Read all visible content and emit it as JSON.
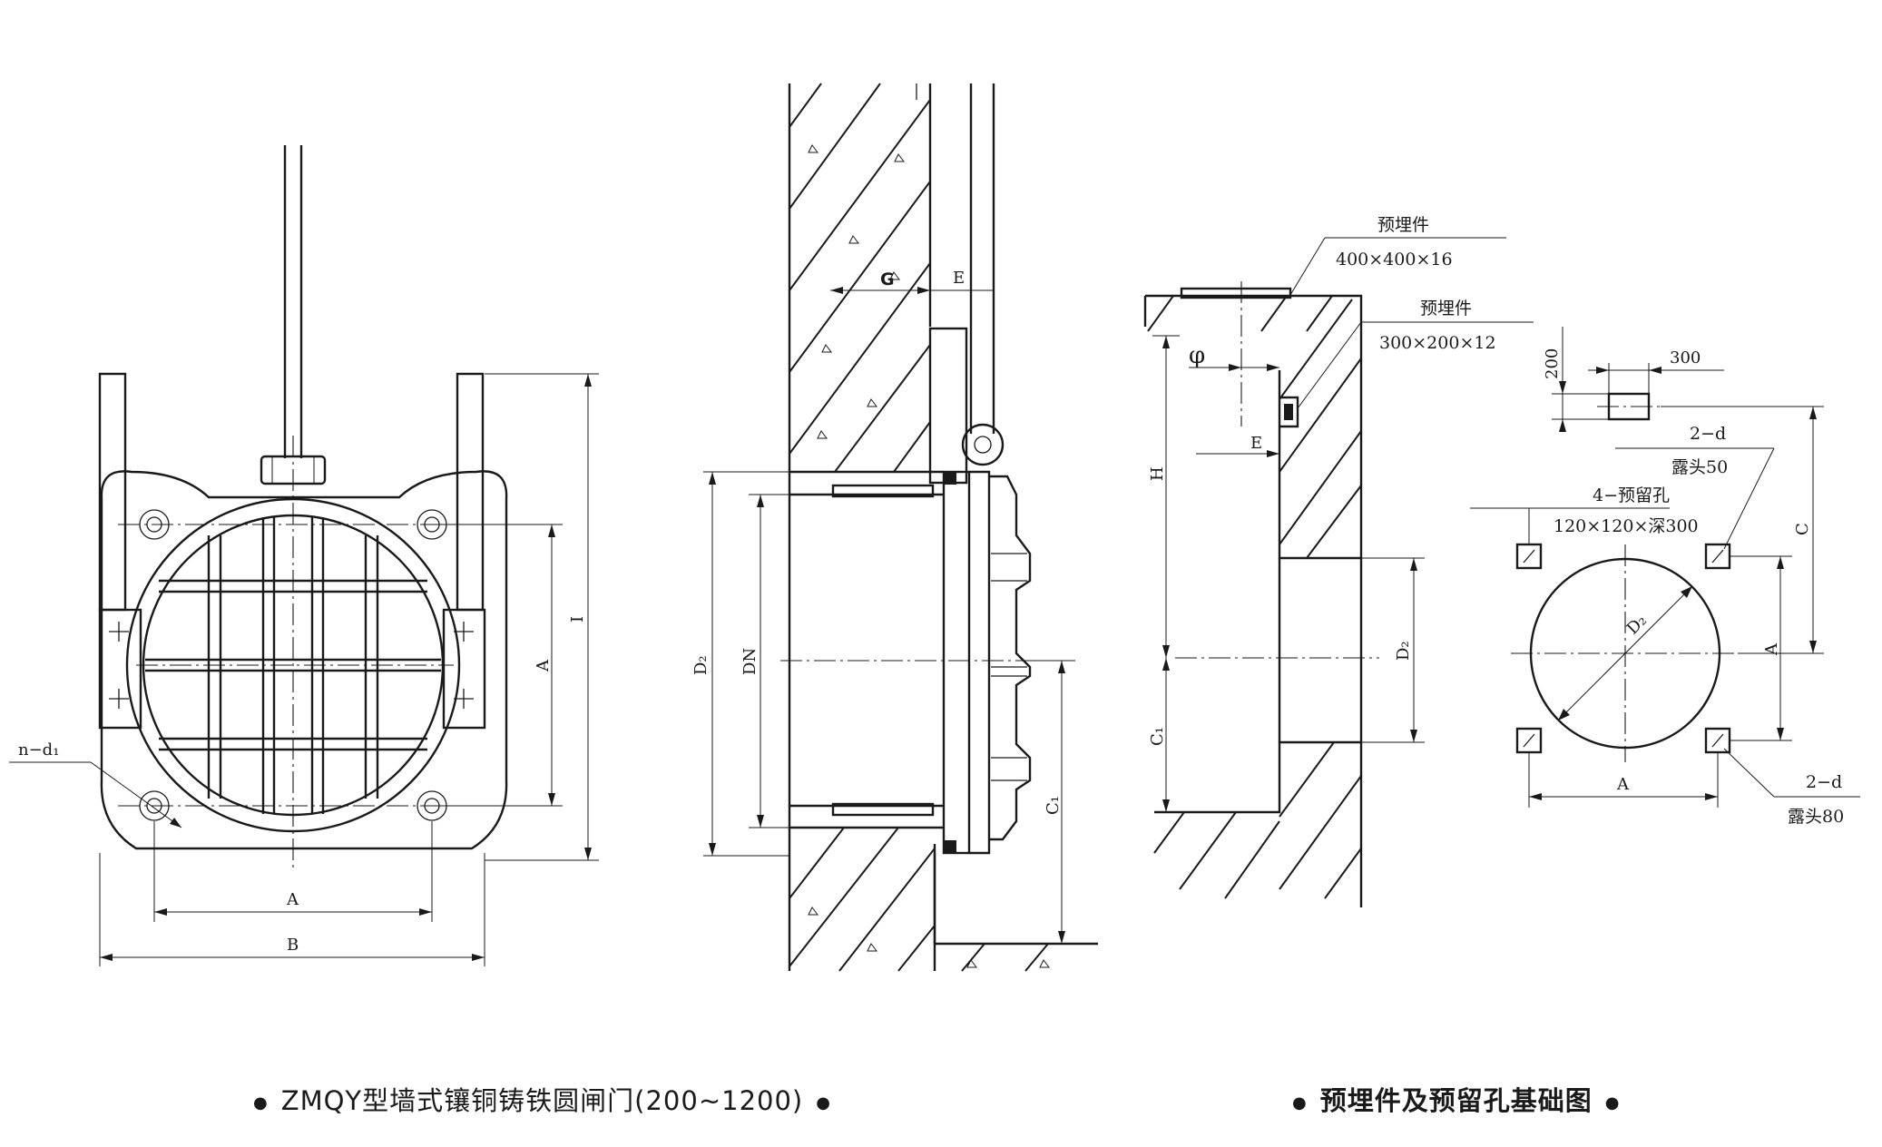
{
  "captions": {
    "left": "ZMQY型墙式镶铜铸铁圆闸门(200~1200)",
    "right": "预埋件及预留孔基础图"
  },
  "front_view": {
    "label_A_bottom": "A",
    "label_B": "B",
    "label_A_side": "A",
    "label_I": "I",
    "label_nd1": "n−d₁"
  },
  "section_view": {
    "label_G": "G",
    "label_E": "E",
    "label_D2": "D₂",
    "label_DN": "DN",
    "label_C1": "C₁"
  },
  "foundation_view": {
    "embed1_title": "预埋件",
    "embed1_size": "400×400×16",
    "embed2_title": "预埋件",
    "embed2_size": "300×200×12",
    "label_phi": "φ",
    "label_H": "H",
    "label_E": "E",
    "label_C1": "C₁",
    "label_D2": "D₂"
  },
  "plan_view": {
    "dim_200": "200",
    "dim_300": "300",
    "label_2d_top": "2−d",
    "label_lutou50": "露头50",
    "label_4holes": "4−预留孔",
    "label_holes_size": "120×120×深300",
    "label_C": "C",
    "label_A_side": "A",
    "label_A_bottom": "A",
    "label_D2": "D₂",
    "label_2d_bottom": "2−d",
    "label_lutou80": "露头80"
  }
}
